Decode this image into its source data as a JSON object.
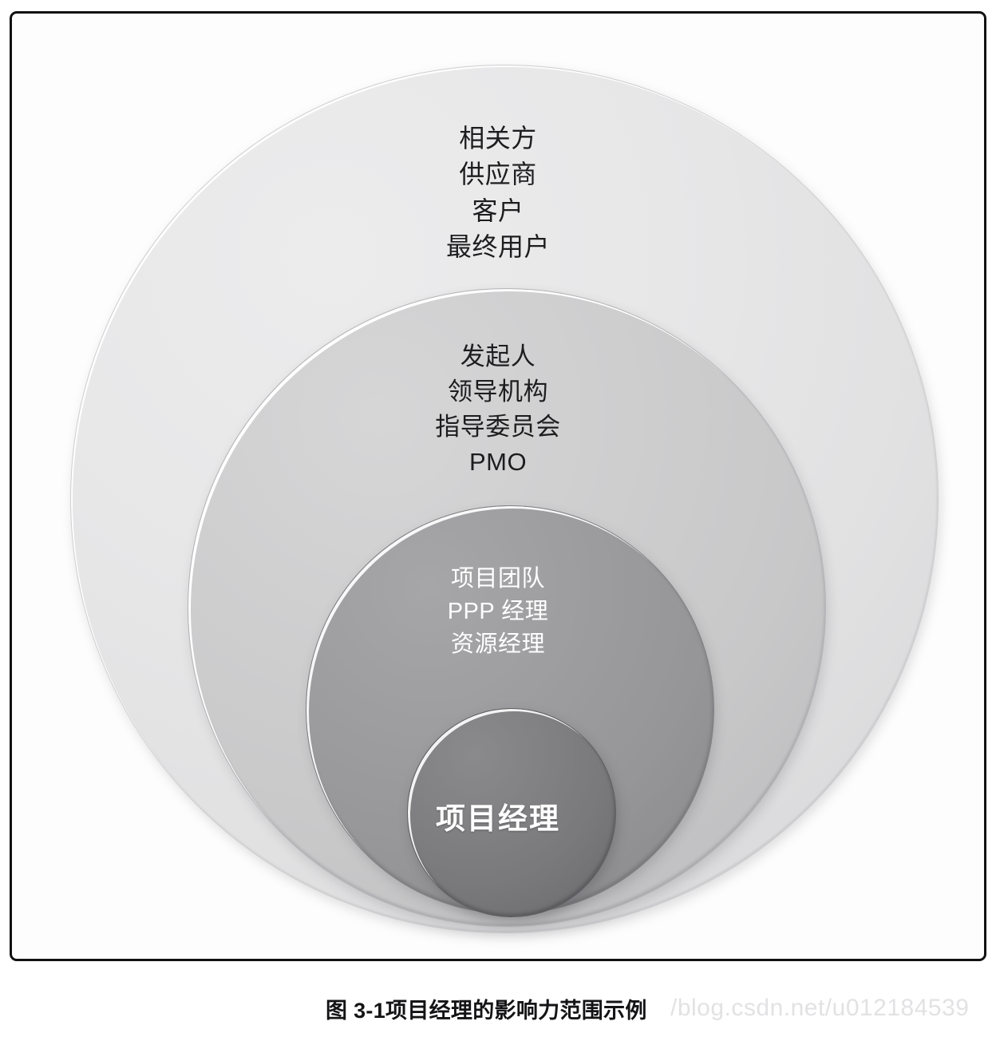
{
  "figure": {
    "caption": "图 3-1项目经理的影响力范围示例",
    "watermark": "/blog.csdn.net/u012184539"
  },
  "diagram": {
    "type": "concentric-circles",
    "title": "项目经理的影响力范围示例",
    "rings": [
      {
        "id": "ring-1",
        "level": "outermost",
        "fill": "#e3e3e4",
        "text_color": "#1d1d1f",
        "lines": [
          "相关方",
          "供应商",
          "客户",
          "最终用户"
        ]
      },
      {
        "id": "ring-2",
        "level": "second",
        "fill": "#c9c9ca",
        "text_color": "#1d1d1f",
        "lines": [
          "发起人",
          "领导机构",
          "指导委员会",
          "PMO"
        ]
      },
      {
        "id": "ring-3",
        "level": "third",
        "fill": "#969698",
        "text_color": "#ffffff",
        "lines": [
          "项目团队",
          "PPP 经理",
          "资源经理"
        ]
      },
      {
        "id": "ring-4",
        "level": "innermost",
        "fill": "#79797b",
        "text_color": "#ffffff",
        "lines": [
          "项目经理"
        ]
      }
    ]
  }
}
